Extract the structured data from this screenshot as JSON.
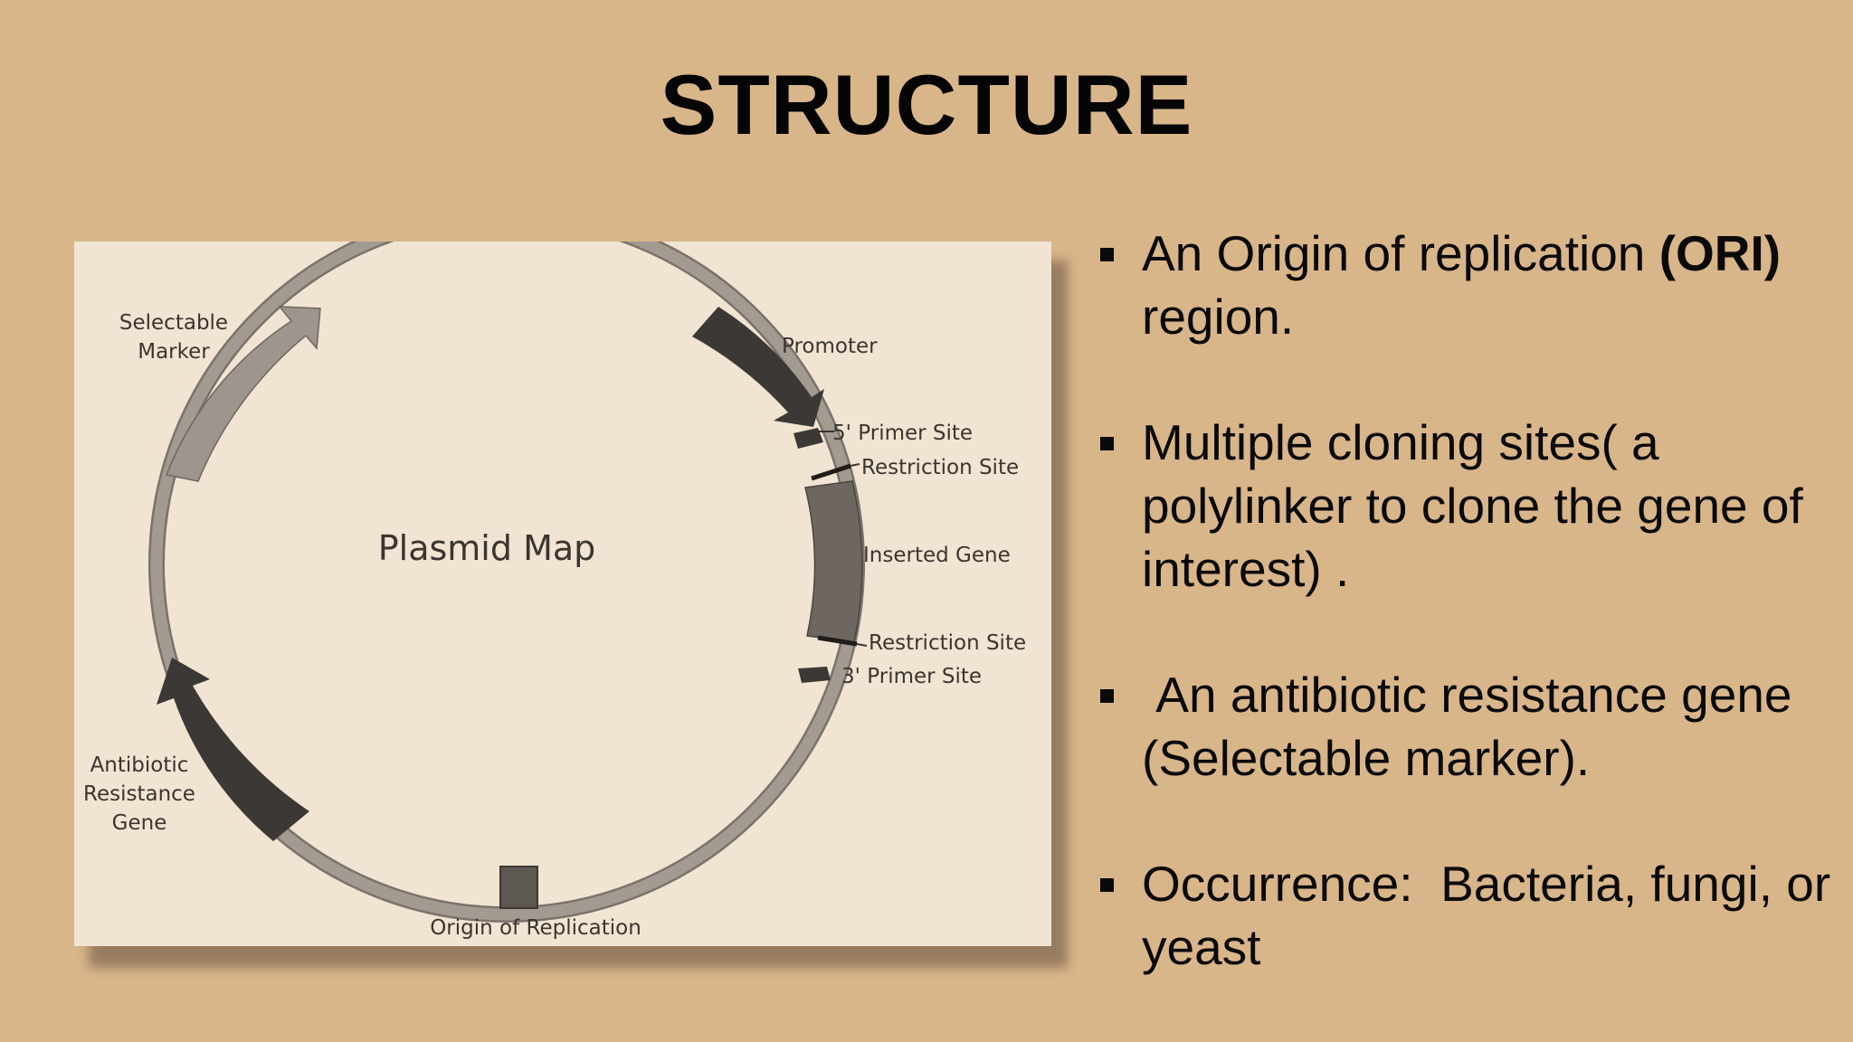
{
  "slide": {
    "title": "STRUCTURE"
  },
  "diagram": {
    "center_label": "Plasmid Map",
    "labels": {
      "selectable_marker": [
        "Selectable",
        "Marker"
      ],
      "promoter": "Promoter",
      "primer_5": "5' Primer Site",
      "restriction_site_top": "Restriction Site",
      "inserted_gene": "Inserted Gene",
      "restriction_site_bottom": "Restriction Site",
      "primer_3": "3' Primer Site",
      "antibiotic_resistance": [
        "Antibiotic",
        "Resistance",
        "Gene"
      ],
      "origin_of_replication": "Origin of Replication"
    },
    "colors": {
      "ring": "#a39a92",
      "ring_edge": "#7a726b",
      "dark_segment": "#3c3835",
      "mid_segment": "#6e6761",
      "light_segment": "#9d958e",
      "label_text": "#3a3530"
    }
  },
  "bullets": [
    {
      "before": "An Origin of replication ",
      "bold": "(ORI)",
      "after": " region."
    },
    {
      "text": "Multiple cloning sites( a polylinker to clone the gene of interest) ."
    },
    {
      "text": " An antibiotic resistance gene (Selectable marker)."
    },
    {
      "text": "Occurrence:  Bacteria, fungi, or yeast"
    }
  ]
}
